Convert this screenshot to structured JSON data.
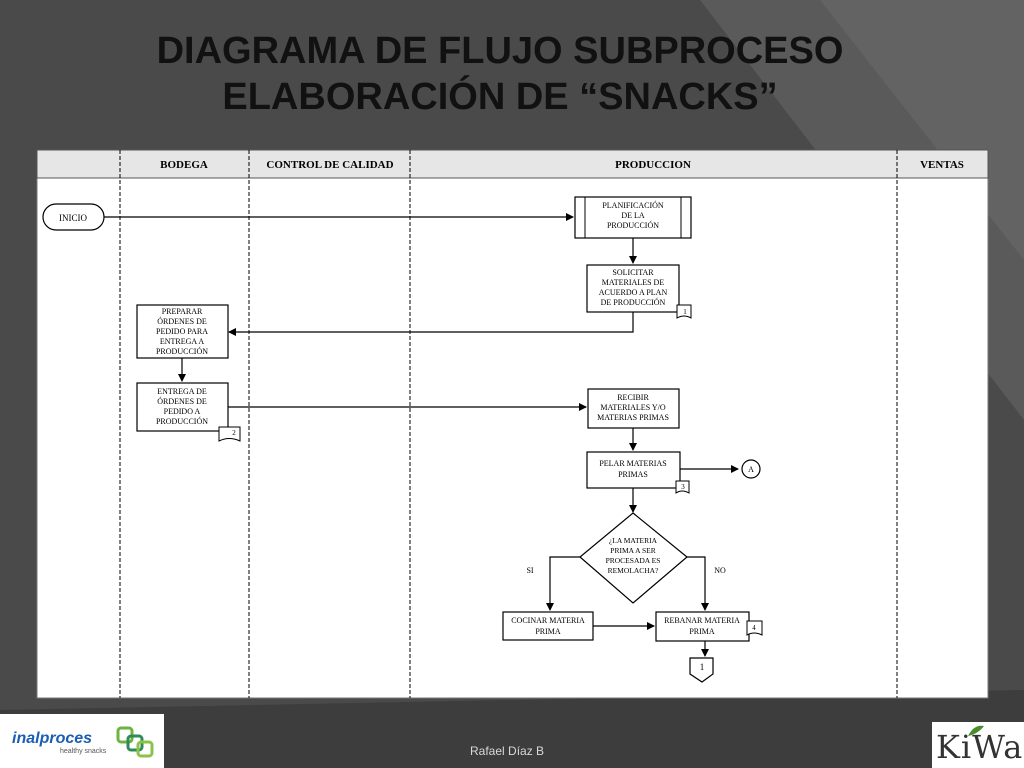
{
  "slide": {
    "title_line1": "DIAGRAMA  DE FLUJO SUBPROCESO",
    "title_line2": "ELABORACIÓN DE “SNACKS”",
    "author": "Rafael Díaz B"
  },
  "logos": {
    "left_brand": "inalproces",
    "left_tagline": "healthy snacks",
    "right_brand": "KiWa"
  },
  "lanes": [
    "BODEGA",
    "CONTROL DE CALIDAD",
    "PRODUCCION",
    "VENTAS"
  ],
  "nodes": {
    "start": "INICIO",
    "planificacion": [
      "PLANIFICACIÓN",
      "DE LA",
      "PRODUCCIÓN"
    ],
    "solicitar": [
      "SOLICITAR",
      "MATERIALES DE",
      "ACUERDO A PLAN",
      "DE PRODUCCIÓN"
    ],
    "solicitar_doc": "1",
    "preparar": [
      "PREPARAR",
      "ÓRDENES DE",
      "PEDIDO PARA",
      "ENTREGA A",
      "PRODUCCIÓN"
    ],
    "entrega": [
      "ENTREGA DE",
      "ÓRDENES DE",
      "PEDIDO A",
      "PRODUCCIÓN"
    ],
    "entrega_doc": "2",
    "recibir": [
      "RECIBIR",
      "MATERIALES Y/O",
      "MATERIAS PRIMAS"
    ],
    "pelar": [
      "PELAR MATERIAS",
      "PRIMAS"
    ],
    "pelar_doc": "3",
    "connector_a": "A",
    "decision": [
      "¿LA MATERIA",
      "PRIMA A SER",
      "PROCESADA ES",
      "REMOLACHA?"
    ],
    "yes_label": "SI",
    "no_label": "NO",
    "cocinar": [
      "COCINAR MATERIA",
      "PRIMA"
    ],
    "rebanar": [
      "REBANAR MATERIA",
      "PRIMA"
    ],
    "rebanar_doc": "4",
    "offpage": "1"
  },
  "colors": {
    "background": "#4a4a4a",
    "diagram_bg": "#ffffff",
    "header_bg": "#e6e6e6",
    "line": "#000000"
  }
}
